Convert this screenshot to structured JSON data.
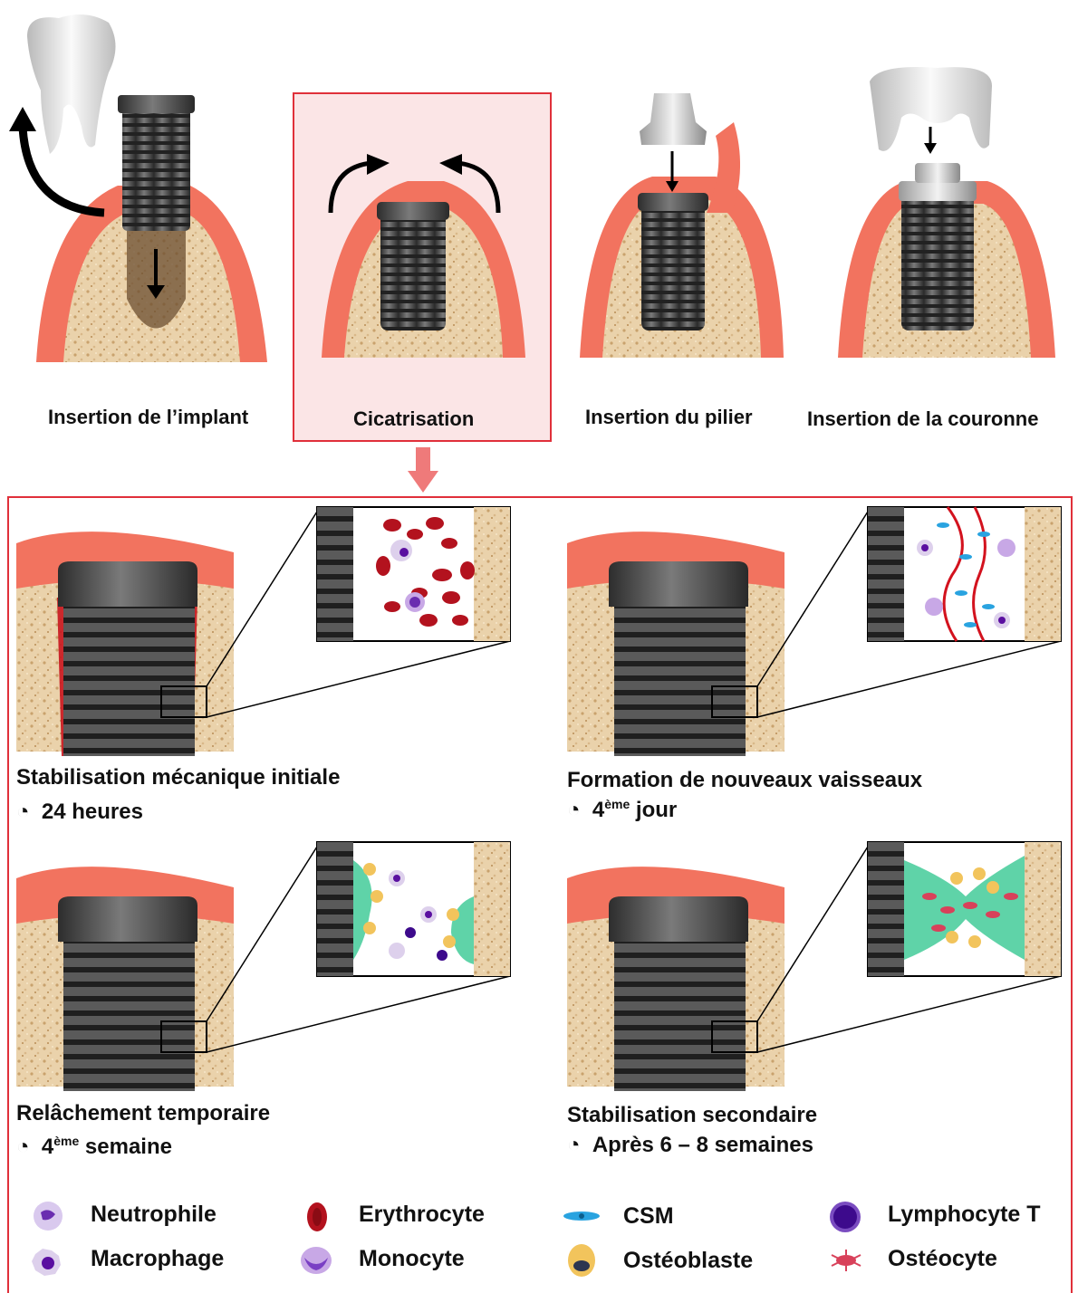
{
  "steps": [
    {
      "label": "Insertion de l’implant"
    },
    {
      "label": "Cicatrisation"
    },
    {
      "label": "Insertion du pilier"
    },
    {
      "label": "Insertion de la couronne"
    }
  ],
  "stages": [
    {
      "title": "Stabilisation mécanique initiale",
      "time_prefix": "24 heures",
      "time_sup": "",
      "time_suffix": ""
    },
    {
      "title": "Formation de nouveaux vaisseaux",
      "time_prefix": "4",
      "time_sup": "ème",
      "time_suffix": " jour"
    },
    {
      "title": "Relâchement temporaire",
      "time_prefix": "4",
      "time_sup": "ème",
      "time_suffix": " semaine"
    },
    {
      "title": "Stabilisation secondaire",
      "time_prefix": "Après 6 – 8 semaines",
      "time_sup": "",
      "time_suffix": ""
    }
  ],
  "legend": [
    {
      "label": "Neutrophile",
      "icon": "neutrophil-icon"
    },
    {
      "label": "Erythrocyte",
      "icon": "erythrocyte-icon"
    },
    {
      "label": "CSM",
      "icon": "msc-icon"
    },
    {
      "label": "Lymphocyte T",
      "icon": "t-lymphocyte-icon"
    },
    {
      "label": "Macrophage",
      "icon": "macrophage-icon"
    },
    {
      "label": "Monocyte",
      "icon": "monocyte-icon"
    },
    {
      "label": "Ostéoblaste",
      "icon": "osteoblast-icon"
    },
    {
      "label": "Ostéocyte",
      "icon": "osteocyte-icon"
    }
  ],
  "colors": {
    "gum": "#f2735f",
    "bone": "#e8cfa8",
    "implant": "#4a4a4a",
    "frame": "#e0303a",
    "highlight": "#fbe5e6",
    "matrix": "#5fd3a8",
    "erythrocyte": "#b3121e",
    "lymphocyte": "#3d0a8c"
  }
}
